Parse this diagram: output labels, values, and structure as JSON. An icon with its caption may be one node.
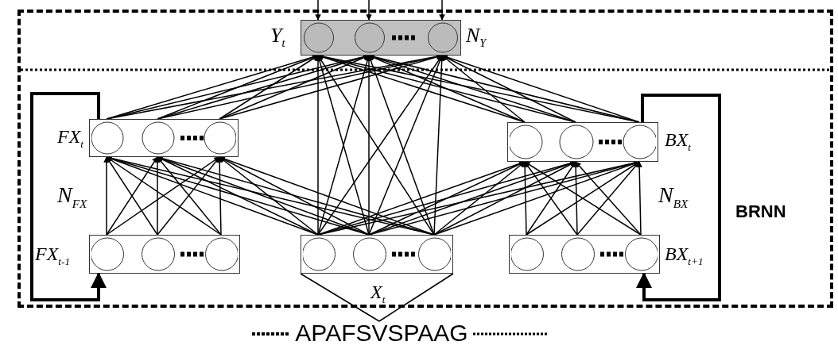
{
  "diagram": {
    "nodes": [
      {
        "text": [
          "BRNN"
        ]
      },
      {
        "text": [],
        "shape": "box",
        "in": 0,
        "beside": [
          "Y$_{t}$",
          "N$_{Y}$"
        ]
      },
      {
        "text": [],
        "shape": "box",
        "in": 0,
        "beside": [
          "FX$_{t}$"
        ]
      },
      {
        "text": [],
        "shape": "box",
        "in": 0,
        "beside": [
          "BX$_{t}$"
        ]
      },
      {
        "text": [],
        "shape": "box",
        "in": 0,
        "beside": [
          "FX$_{t-1}$"
        ]
      },
      {
        "text": [],
        "shape": "box",
        "in": 0,
        "beside": [
          "X$_{t}$"
        ]
      },
      {
        "text": [],
        "shape": "box",
        "in": 0,
        "beside": [
          "BX$_{t+1}$"
        ]
      },
      {
        "text": [
          "APAFSVSPAAG"
        ]
      }
    ],
    "edges": [
      {
        "from": null,
        "to": 1,
        "arrow": "to"
      },
      {
        "from": null,
        "to": 1,
        "arrow": "to"
      },
      {
        "from": null,
        "to": 1,
        "arrow": "to"
      },
      {
        "from": 2,
        "to": 1,
        "arrow": "to"
      },
      {
        "from": 3,
        "to": 1,
        "arrow": "to"
      },
      {
        "from": 5,
        "to": 1,
        "arrow": "to"
      },
      {
        "from": 4,
        "to": 2,
        "arrow": "to"
      },
      {
        "from": 5,
        "to": 2,
        "arrow": "to"
      },
      {
        "from": 5,
        "to": 3,
        "arrow": "to"
      },
      {
        "from": 6,
        "to": 3,
        "arrow": "to"
      },
      {
        "from": 2,
        "to": 4,
        "arrow": "to",
        "style": "thick"
      },
      {
        "from": 3,
        "to": 6,
        "arrow": "to",
        "style": "thick"
      },
      {
        "from": 5,
        "to": 7,
        "arrow": "none"
      },
      {
        "from": 5,
        "to": 7,
        "arrow": "none"
      }
    ],
    "labels": [
      "N$_{FX}$",
      "N$_{BX}$"
    ]
  }
}
